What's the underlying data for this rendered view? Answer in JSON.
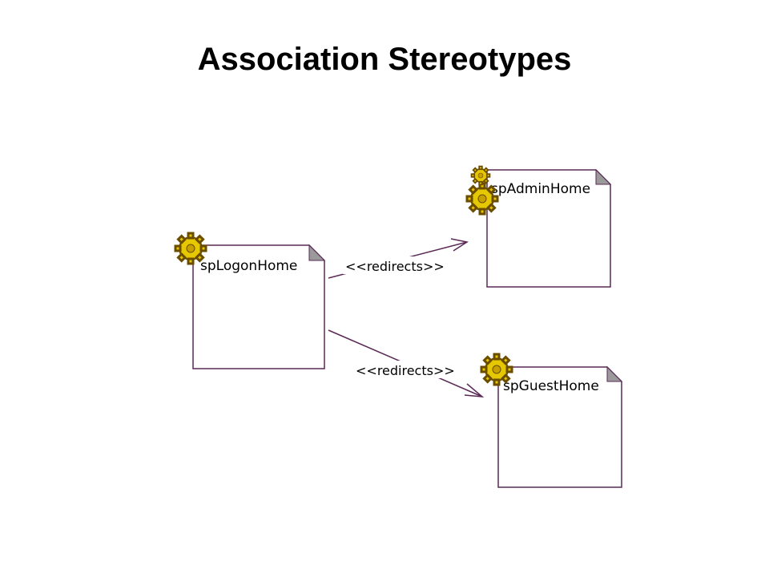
{
  "title": "Association Stereotypes",
  "colors": {
    "node_border": "#5a2a55",
    "node_fold": "#9a9a9a",
    "edge": "#5a2a55",
    "gear_fill": "#e6c800",
    "gear_outline": "#6b4d00",
    "gear_dot": "#c8a000"
  },
  "nodes": [
    {
      "id": "logon",
      "label": "spLogonHome",
      "icon": "gear-icon"
    },
    {
      "id": "admin",
      "label": "spAdminHome",
      "icon": "gear-icon"
    },
    {
      "id": "guest",
      "label": "spGuestHome",
      "icon": "gear-icon"
    }
  ],
  "edges": [
    {
      "from": "logon",
      "to": "admin",
      "label": "<<redirects>>"
    },
    {
      "from": "logon",
      "to": "guest",
      "label": "<<redirects>>"
    }
  ]
}
